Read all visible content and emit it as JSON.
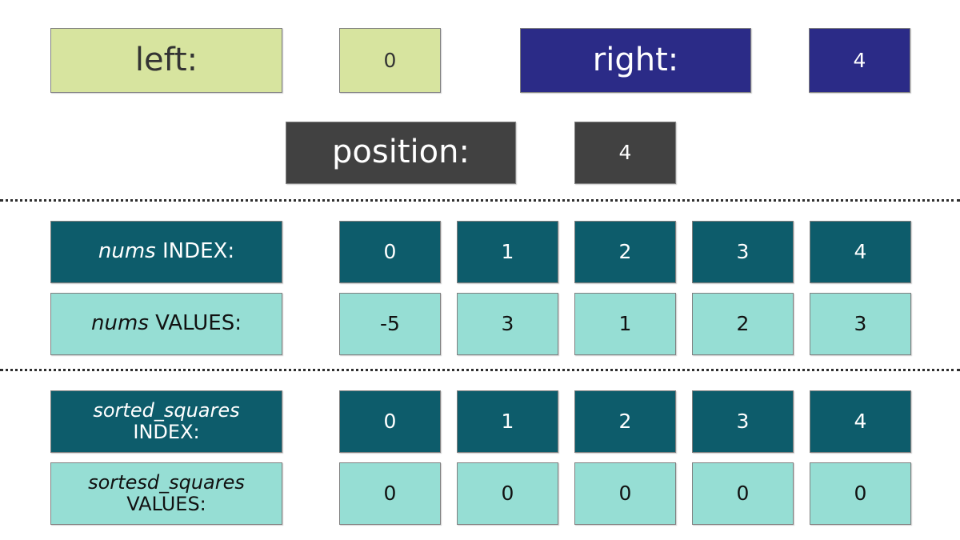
{
  "variables": {
    "left": {
      "label": "left:",
      "value": "0"
    },
    "right": {
      "label": "right:",
      "value": "4"
    },
    "position": {
      "label": "position:",
      "value": "4"
    }
  },
  "arrays": {
    "nums": {
      "index_label_name": "nums",
      "index_label_suffix": " INDEX:",
      "values_label_name": "nums",
      "values_label_suffix": " VALUES:",
      "indices": [
        "0",
        "1",
        "2",
        "3",
        "4"
      ],
      "values": [
        "-5",
        "3",
        "1",
        "2",
        "3"
      ]
    },
    "sorted_squares": {
      "index_label_name": "sorted_squares",
      "index_label_suffix": "INDEX:",
      "values_label_name": "sortesd_squares",
      "values_label_suffix": "VALUES:",
      "indices": [
        "0",
        "1",
        "2",
        "3",
        "4"
      ],
      "values": [
        "0",
        "0",
        "0",
        "0",
        "0"
      ]
    }
  },
  "colors": {
    "green": "#d7e49f",
    "navy": "#2b2b87",
    "dark_gray": "#414141",
    "teal": "#0d5c6b",
    "aqua": "#96ded4",
    "background": "#ffffff"
  }
}
